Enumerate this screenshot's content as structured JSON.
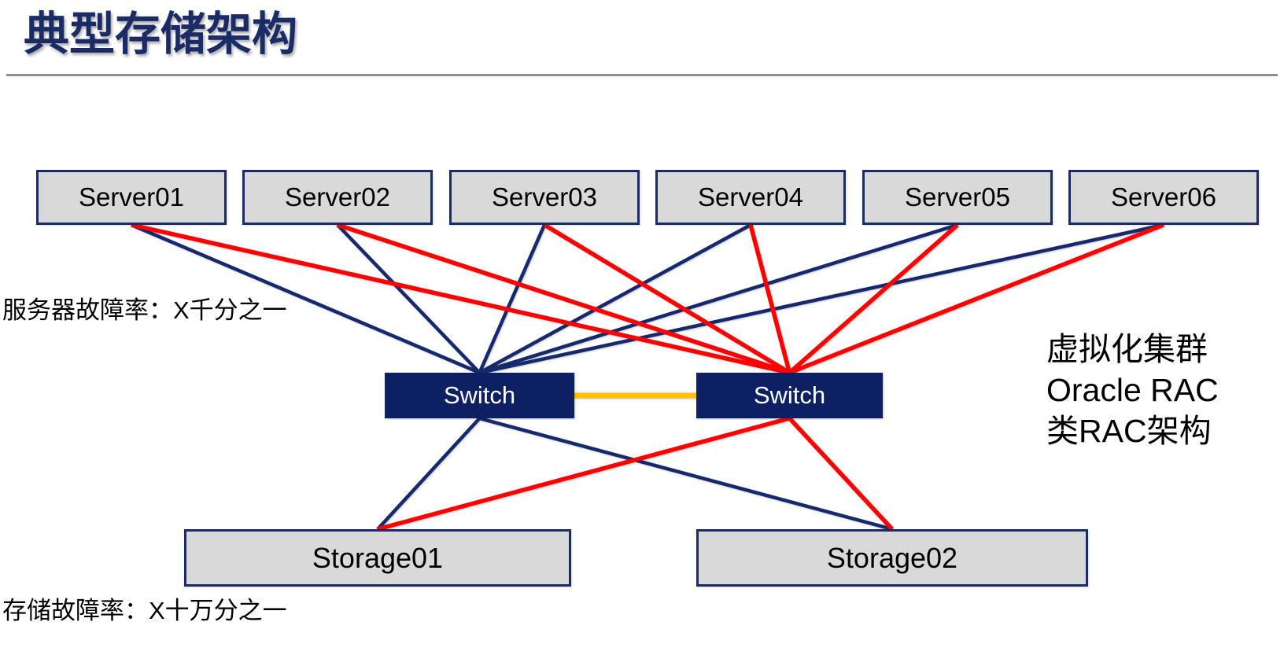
{
  "title": "典型存储架构",
  "diagram": {
    "servers": [
      {
        "id": "server1",
        "label": "Server01"
      },
      {
        "id": "server2",
        "label": "Server02"
      },
      {
        "id": "server3",
        "label": "Server03"
      },
      {
        "id": "server4",
        "label": "Server04"
      },
      {
        "id": "server5",
        "label": "Server05"
      },
      {
        "id": "server6",
        "label": "Server06"
      }
    ],
    "switches": [
      {
        "id": "switch1",
        "label": "Switch"
      },
      {
        "id": "switch2",
        "label": "Switch"
      }
    ],
    "storages": [
      {
        "id": "storage1",
        "label": "Storage01"
      },
      {
        "id": "storage2",
        "label": "Storage02"
      }
    ],
    "links": [
      {
        "from": "server1",
        "to": "switch1",
        "color": "navy"
      },
      {
        "from": "server2",
        "to": "switch1",
        "color": "navy"
      },
      {
        "from": "server3",
        "to": "switch1",
        "color": "navy"
      },
      {
        "from": "server4",
        "to": "switch1",
        "color": "navy"
      },
      {
        "from": "server5",
        "to": "switch1",
        "color": "navy"
      },
      {
        "from": "server6",
        "to": "switch1",
        "color": "navy"
      },
      {
        "from": "switch1",
        "to": "storage1",
        "color": "navy"
      },
      {
        "from": "switch1",
        "to": "storage2",
        "color": "navy"
      },
      {
        "from": "server1",
        "to": "switch2",
        "color": "red"
      },
      {
        "from": "server2",
        "to": "switch2",
        "color": "red"
      },
      {
        "from": "server3",
        "to": "switch2",
        "color": "red"
      },
      {
        "from": "server4",
        "to": "switch2",
        "color": "red"
      },
      {
        "from": "server5",
        "to": "switch2",
        "color": "red"
      },
      {
        "from": "server6",
        "to": "switch2",
        "color": "red"
      },
      {
        "from": "switch2",
        "to": "storage1",
        "color": "red"
      },
      {
        "from": "switch2",
        "to": "storage2",
        "color": "red"
      },
      {
        "from": "switch1",
        "to": "switch2",
        "color": "yellow",
        "type": "lateral"
      }
    ],
    "colors": {
      "navy": "#17296d",
      "red": "#fe0000",
      "yellow": "#ffc000",
      "box_fill": "#d9d9d9",
      "box_border": "#1a2b66",
      "switch_fill": "#0d2063",
      "title": "#1a2b66"
    }
  },
  "annotations": {
    "server_failure_rate": "服务器故障率：X千分之一",
    "storage_failure_rate": "存储故障率：X十万分之一",
    "right_note_lines": [
      "虚拟化集群",
      "Oracle RAC",
      "类RAC架构"
    ]
  }
}
